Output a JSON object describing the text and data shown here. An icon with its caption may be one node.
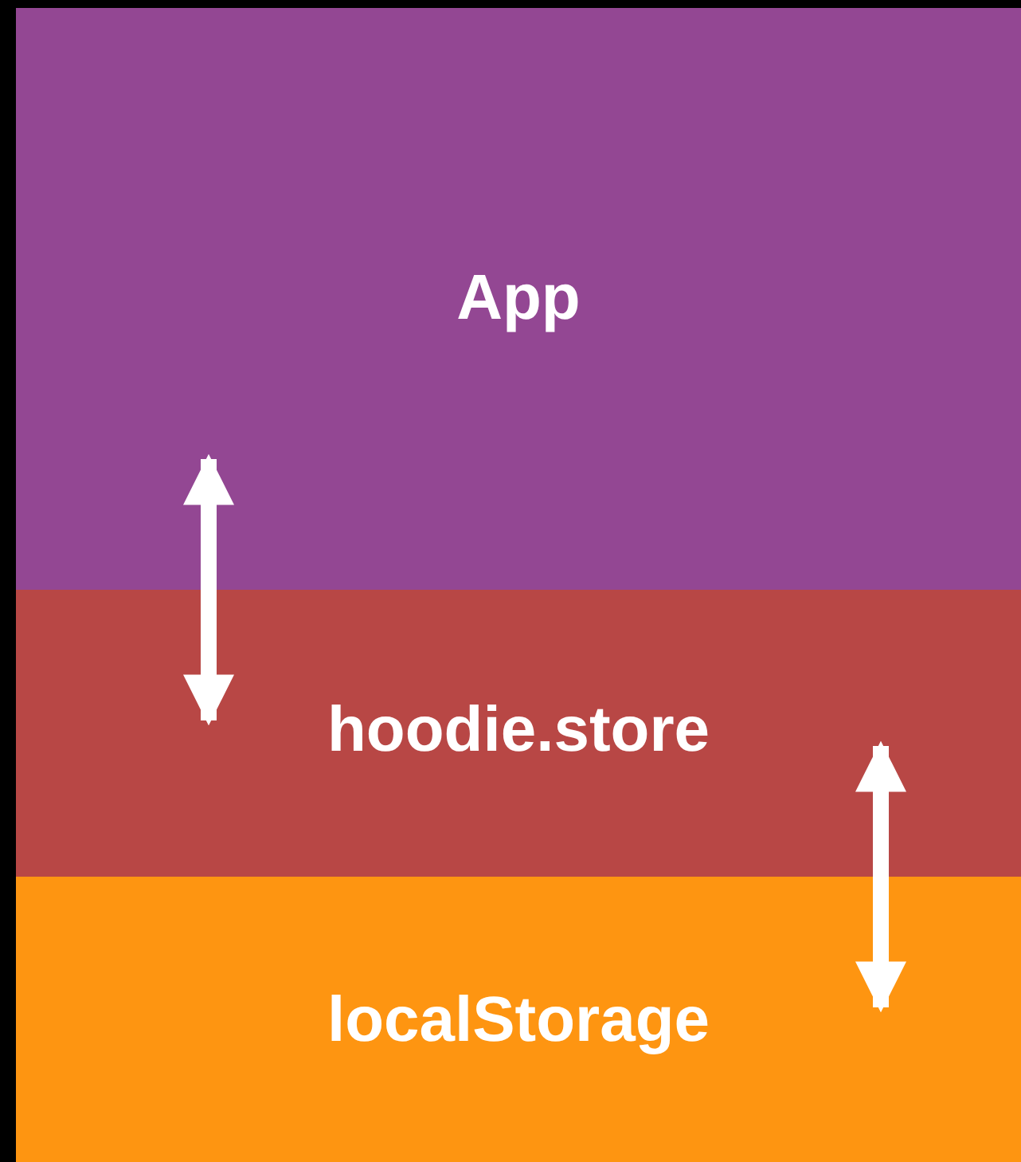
{
  "diagram": {
    "nodes": [
      {
        "text": [
          "App"
        ]
      },
      {
        "text": [
          "hoodie.store"
        ]
      },
      {
        "text": [
          "localStorage"
        ]
      }
    ],
    "edges": [
      {
        "from": 0,
        "to": 1,
        "arrow": "both"
      },
      {
        "from": 1,
        "to": 2,
        "arrow": "both"
      }
    ]
  }
}
